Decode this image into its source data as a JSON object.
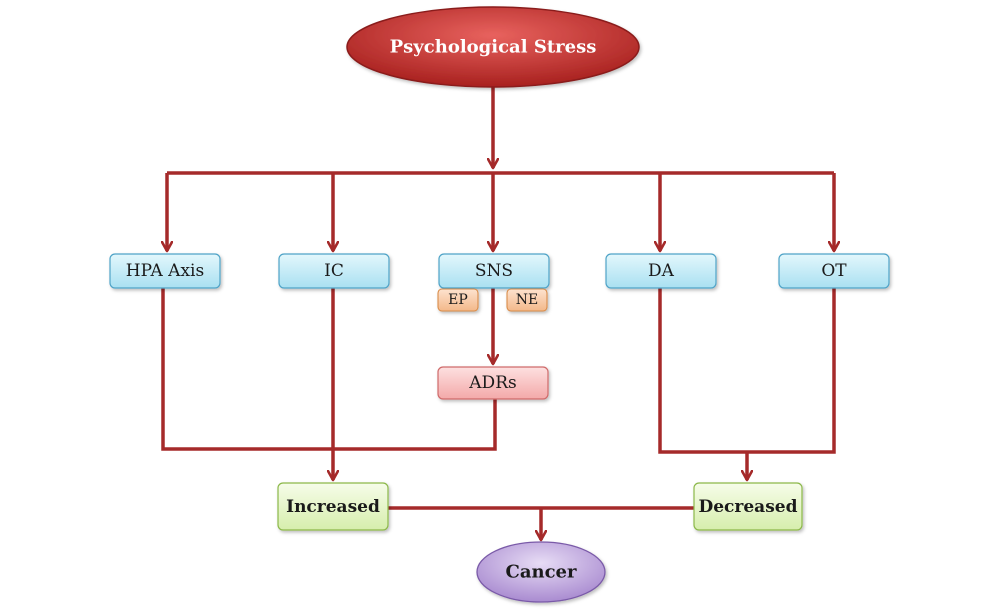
{
  "diagram": {
    "root": "Psychological Stress",
    "pathways": {
      "hpa": "HPA Axis",
      "ic": "IC",
      "sns": "SNS",
      "da": "DA",
      "ot": "OT"
    },
    "sns_mediators": {
      "ep": "EP",
      "ne": "NE"
    },
    "receptors": "ADRs",
    "outcomes": {
      "increased": "Increased",
      "decreased": "Decreased"
    },
    "result": "Cancer"
  },
  "colors": {
    "connector": "#a52a2a",
    "root_fill": "#c0312f",
    "pathway_fill": "#bfe9f5",
    "pathway_stroke": "#4fa3c7",
    "mediator_fill": "#f6c6a0",
    "mediator_stroke": "#d98c4a",
    "receptor_fill": "#f6c2c2",
    "receptor_stroke": "#cf6b6b",
    "outcome_fill": "#e6f6c8",
    "outcome_stroke": "#8cb84a",
    "result_fill": "#c9b6e4",
    "result_stroke": "#7a5aa8"
  }
}
